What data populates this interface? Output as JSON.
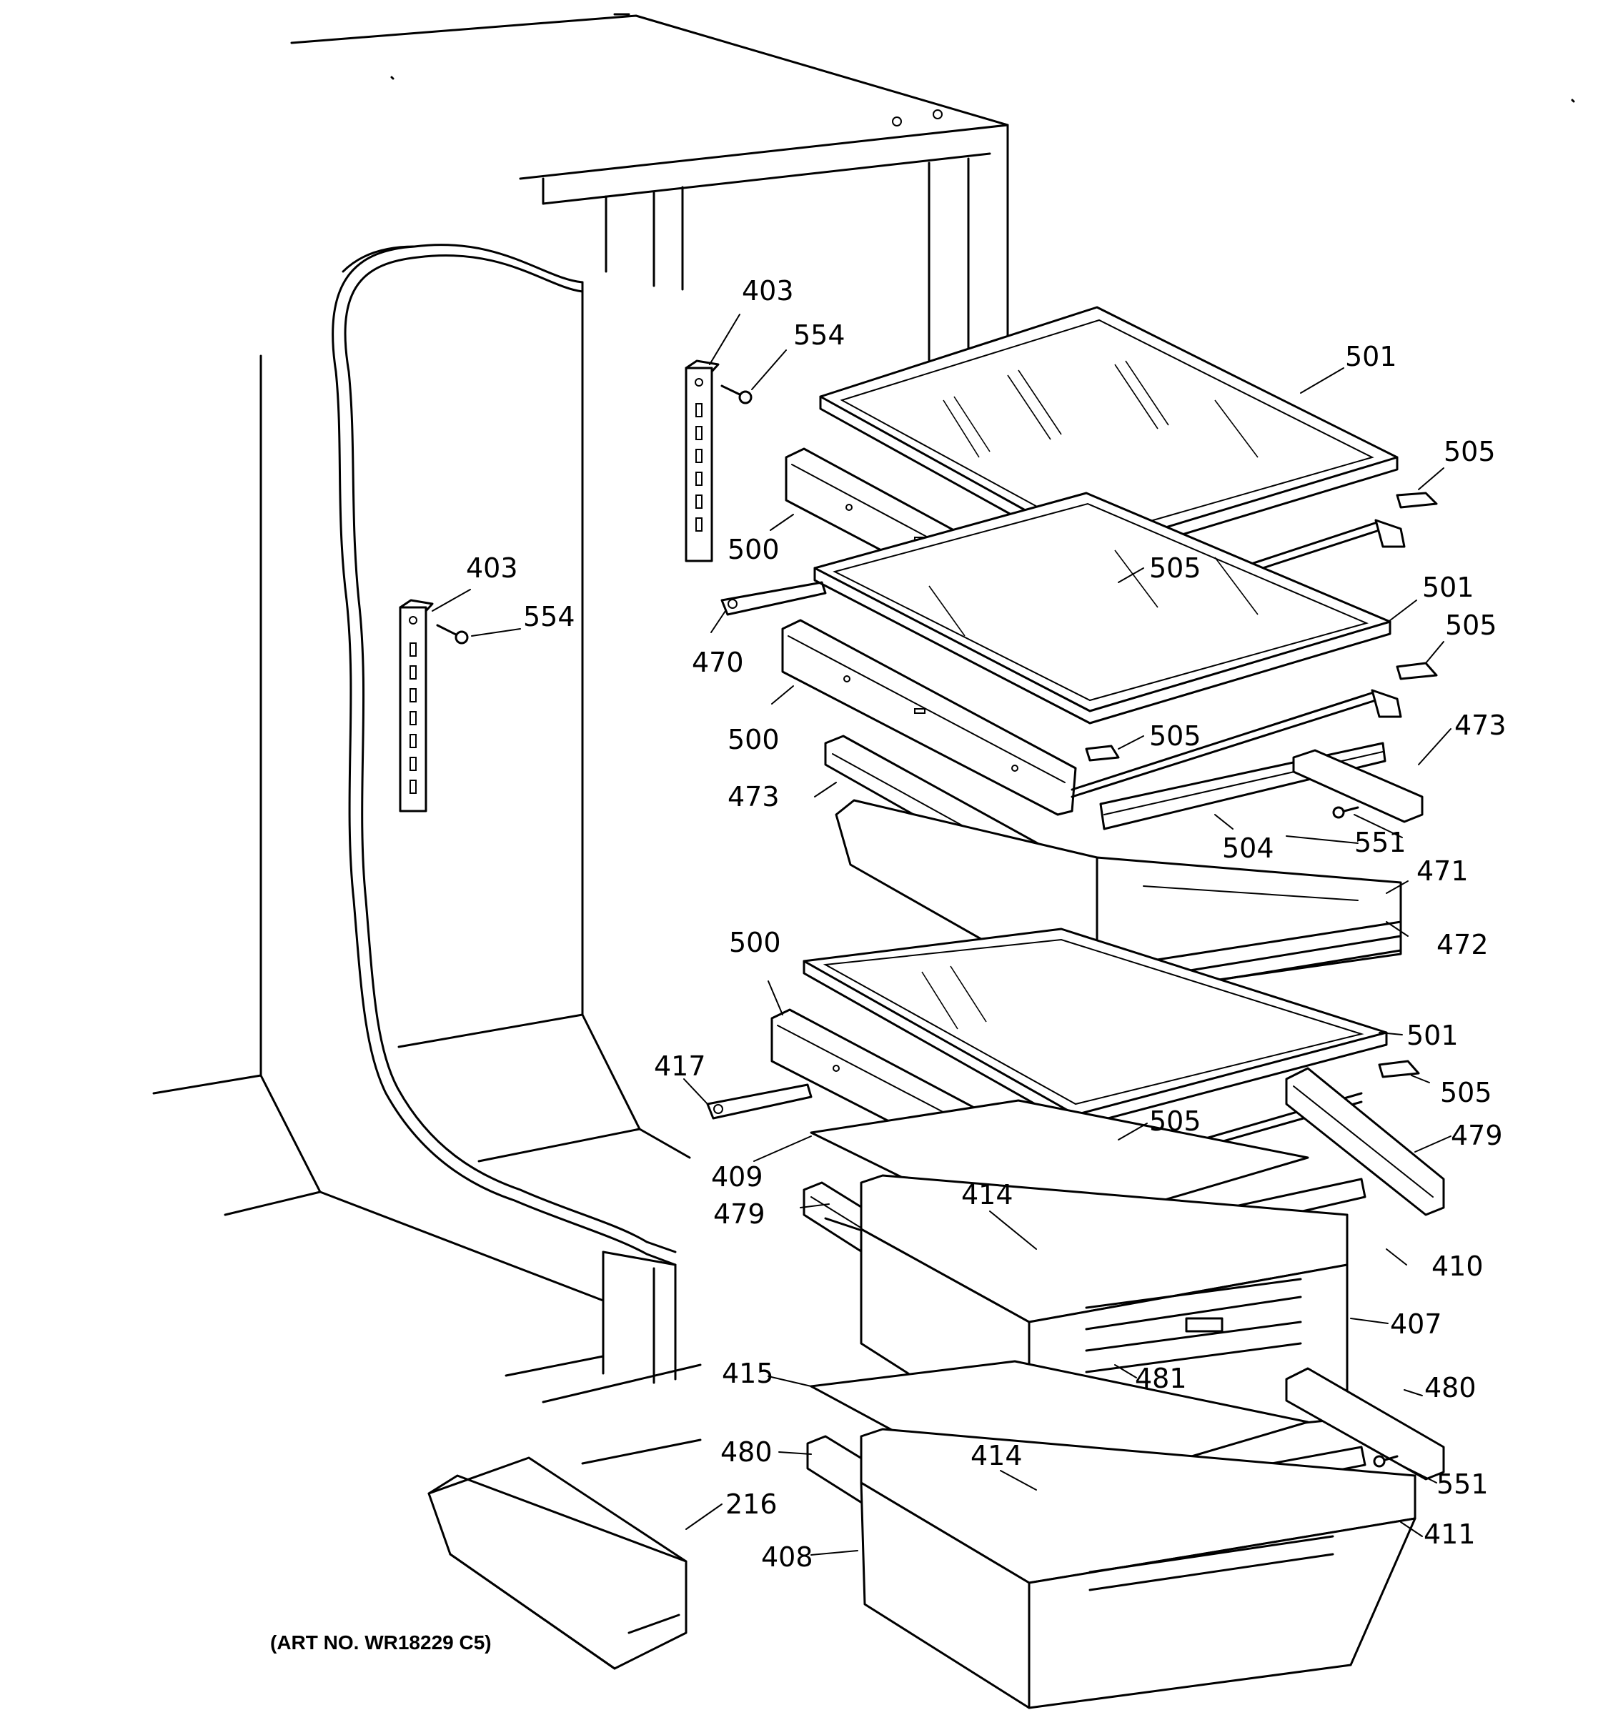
{
  "caption": "(ART NO. WR18229 C5)",
  "labels": [
    {
      "id": "l403a",
      "text": "403"
    },
    {
      "id": "l554a",
      "text": "554"
    },
    {
      "id": "l403b",
      "text": "403"
    },
    {
      "id": "l554b",
      "text": "554"
    },
    {
      "id": "l501a",
      "text": "501"
    },
    {
      "id": "l505a",
      "text": "505"
    },
    {
      "id": "l500a",
      "text": "500"
    },
    {
      "id": "l505b",
      "text": "505"
    },
    {
      "id": "l501b",
      "text": "501"
    },
    {
      "id": "l505c",
      "text": "505"
    },
    {
      "id": "l470",
      "text": "470"
    },
    {
      "id": "l500b",
      "text": "500"
    },
    {
      "id": "l505d",
      "text": "505"
    },
    {
      "id": "l473a",
      "text": "473"
    },
    {
      "id": "l473b",
      "text": "473"
    },
    {
      "id": "l504",
      "text": "504"
    },
    {
      "id": "l551a",
      "text": "551"
    },
    {
      "id": "l471",
      "text": "471"
    },
    {
      "id": "l472",
      "text": "472"
    },
    {
      "id": "l500c",
      "text": "500"
    },
    {
      "id": "l501c",
      "text": "501"
    },
    {
      "id": "l417",
      "text": "417"
    },
    {
      "id": "l505e",
      "text": "505"
    },
    {
      "id": "l505f",
      "text": "505"
    },
    {
      "id": "l479a",
      "text": "479"
    },
    {
      "id": "l409",
      "text": "409"
    },
    {
      "id": "l414a",
      "text": "414"
    },
    {
      "id": "l479b",
      "text": "479"
    },
    {
      "id": "l410",
      "text": "410"
    },
    {
      "id": "l407",
      "text": "407"
    },
    {
      "id": "l481",
      "text": "481"
    },
    {
      "id": "l415",
      "text": "415"
    },
    {
      "id": "l480a",
      "text": "480"
    },
    {
      "id": "l480b",
      "text": "480"
    },
    {
      "id": "l414b",
      "text": "414"
    },
    {
      "id": "l551b",
      "text": "551"
    },
    {
      "id": "l216",
      "text": "216"
    },
    {
      "id": "l411",
      "text": "411"
    },
    {
      "id": "l408",
      "text": "408"
    }
  ]
}
